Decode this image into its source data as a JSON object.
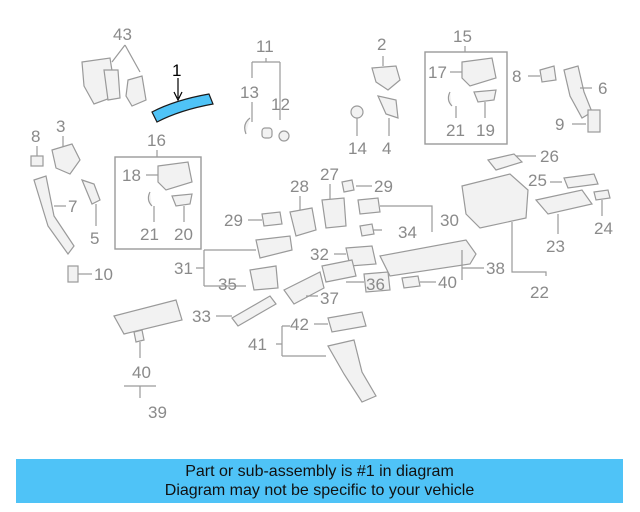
{
  "diagram": {
    "callouts": {
      "c1": "1",
      "c2": "2",
      "c3": "3",
      "c4": "4",
      "c5": "5",
      "c6": "6",
      "c7": "7",
      "c8a": "8",
      "c8b": "8",
      "c9": "9",
      "c10": "10",
      "c11": "11",
      "c12": "12",
      "c13": "13",
      "c14": "14",
      "c15": "15",
      "c16": "16",
      "c17": "17",
      "c18": "18",
      "c19": "19",
      "c20": "20",
      "c21a": "21",
      "c21b": "21",
      "c22": "22",
      "c23": "23",
      "c24": "24",
      "c25": "25",
      "c26": "26",
      "c27": "27",
      "c28": "28",
      "c29a": "29",
      "c29b": "29",
      "c30": "30",
      "c31": "31",
      "c32": "32",
      "c33": "33",
      "c34": "34",
      "c35": "35",
      "c36": "36",
      "c37": "37",
      "c38": "38",
      "c39": "39",
      "c40a": "40",
      "c40b": "40",
      "c41": "41",
      "c42": "42",
      "c43": "43"
    },
    "highlight_color": "#4fc3f7",
    "line_color": "#9a9a9a"
  },
  "banner": {
    "line1": "Part or sub-assembly is #1 in diagram",
    "line2": "Diagram may not be specific to your vehicle",
    "background": "#4fc3f7"
  }
}
